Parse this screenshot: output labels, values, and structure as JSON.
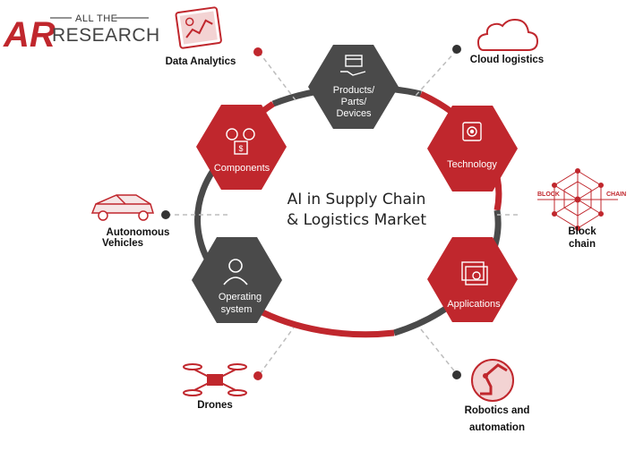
{
  "brand": {
    "logo_mark": "AR",
    "line1": "ALL THE",
    "line2": "RESEARCH"
  },
  "title": {
    "line1": "AI in Supply Chain",
    "line2": "& Logistics Market"
  },
  "hexagons": {
    "products": {
      "lines": [
        "Products/",
        "Parts/",
        "Devices"
      ],
      "color": "#4a4a4a",
      "icon": "box-hand-icon"
    },
    "technology": {
      "label": "Technology",
      "color": "#c0272d",
      "icon": "gear-icon"
    },
    "applications": {
      "label": "Applications",
      "color": "#c0272d",
      "icon": "window-gear-icon"
    },
    "operating": {
      "lines": [
        "Operating",
        "system"
      ],
      "color": "#4a4a4a",
      "icon": "user-icon"
    },
    "components": {
      "label": "Components",
      "color": "#c0272d",
      "icon": "components-icon"
    }
  },
  "outer": {
    "data_analytics": "Data Analytics",
    "cloud_logistics": "Cloud logistics",
    "blockchain_line1": "Block",
    "blockchain_line2": "chain",
    "blockchain_icon_left": "BLOCK",
    "blockchain_icon_right": "CHAIN",
    "robotics_line1": "Robotics and",
    "robotics_line2": "automation",
    "drones": "Drones",
    "autonomous_line1": "Autonomous",
    "autonomous_line2": "Vehicles"
  },
  "colors": {
    "red": "#c0272d",
    "dark": "#4a4a4a",
    "dot_red": "#c0272d",
    "dot_dark": "#333333"
  }
}
